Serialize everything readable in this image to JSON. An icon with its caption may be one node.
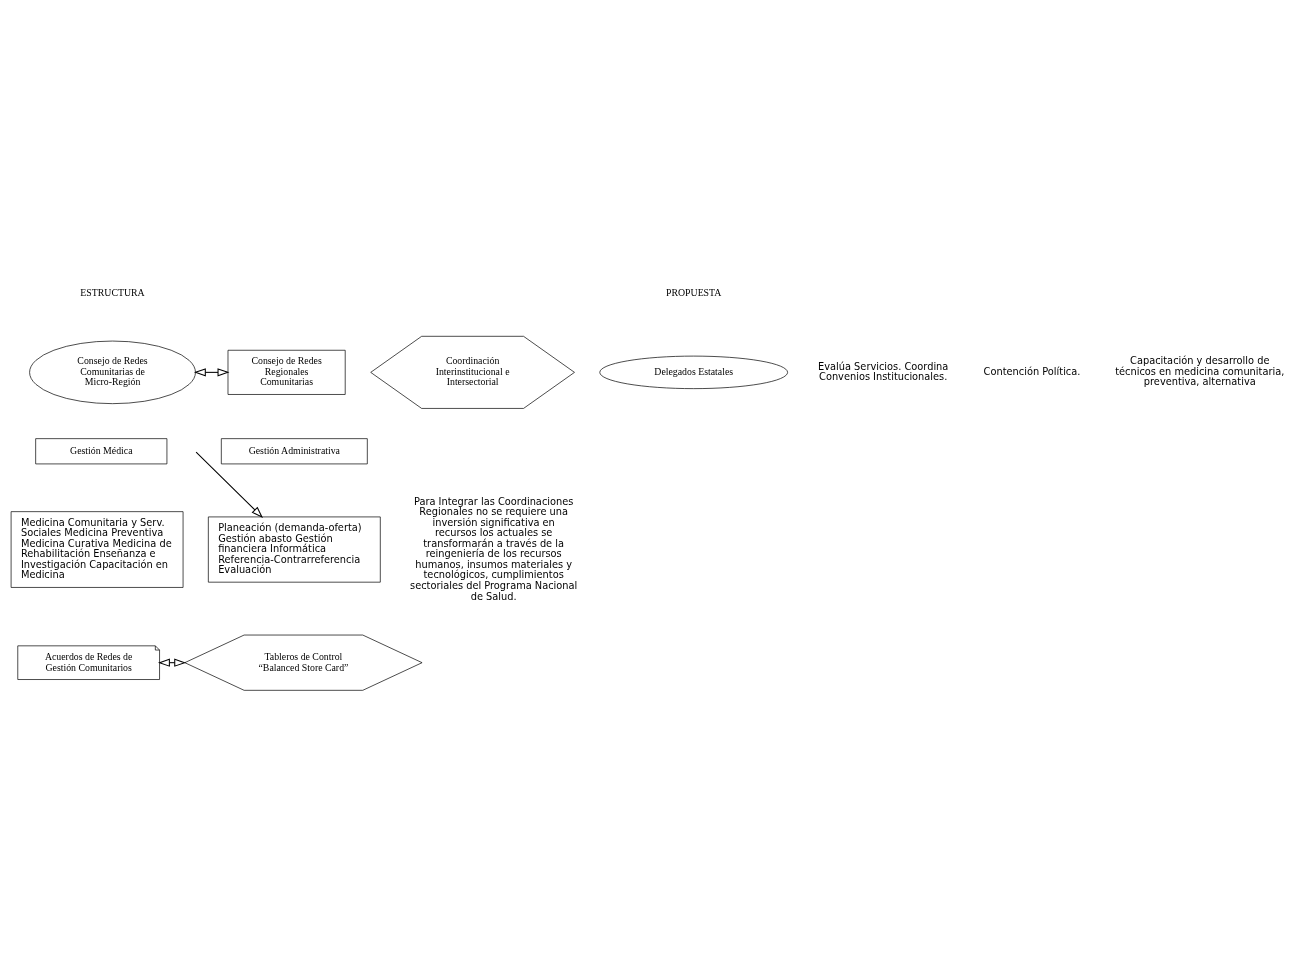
{
  "diagram": {
    "nodes": [
      {
        "text": [
          "Consejo de Redes Comunitarias de Micro-Región"
        ]
      },
      {
        "text": [
          "Consejo de Redes Regionales Comunitarias"
        ]
      },
      {
        "text": [
          "Coordinación Interinstitucional e Intersectorial"
        ]
      },
      {
        "text": [
          "Delegados Estatales"
        ]
      },
      {
        "text": [
          "Gestión Médica"
        ]
      },
      {
        "text": [
          "Gestión Administrativa"
        ]
      },
      {
        "text": [
          "Medicina Comunitaria y Serv. Sociales Medicina Preventiva Medicina Curativa Medicina de Rehabilitación Enseñanza e Investigación Capacitación en Medicina"
        ]
      },
      {
        "text": [
          "Planeación (demanda-oferta) Gestión abasto Gestión financiera Informática Referencia-Contrarreferencia Evaluación"
        ]
      },
      {
        "text": [
          "Acuerdos de Redes de Gestión Comunitarios"
        ]
      },
      {
        "text": [
          "Tableros de Control “Balanced Store Card”"
        ]
      }
    ],
    "edges": [
      {
        "from": 0,
        "to": 1,
        "arrow": "both"
      },
      {
        "from": 8,
        "to": 9,
        "arrow": "both"
      },
      {
        "from": null,
        "to": 7,
        "arrow": "to"
      }
    ],
    "labels": [
      "ESTRUCTURA",
      "PROPUESTA",
      "Evalúa Servicios. Coordina Convenios Institucionales.",
      "Contención Política.",
      "Capacitación y desarrollo de técnicos en medicina comunitaria, preventiva, alternativa",
      "Para Integrar las Coordinaciones Regionales no se requiere una inversión significativa en recursos los actuales se transformarán a través de la reingeniería de los recursos humanos, insumos materiales y tecnológicos, cumplimientos sectoriales del Programa Nacional de Salud."
    ]
  }
}
